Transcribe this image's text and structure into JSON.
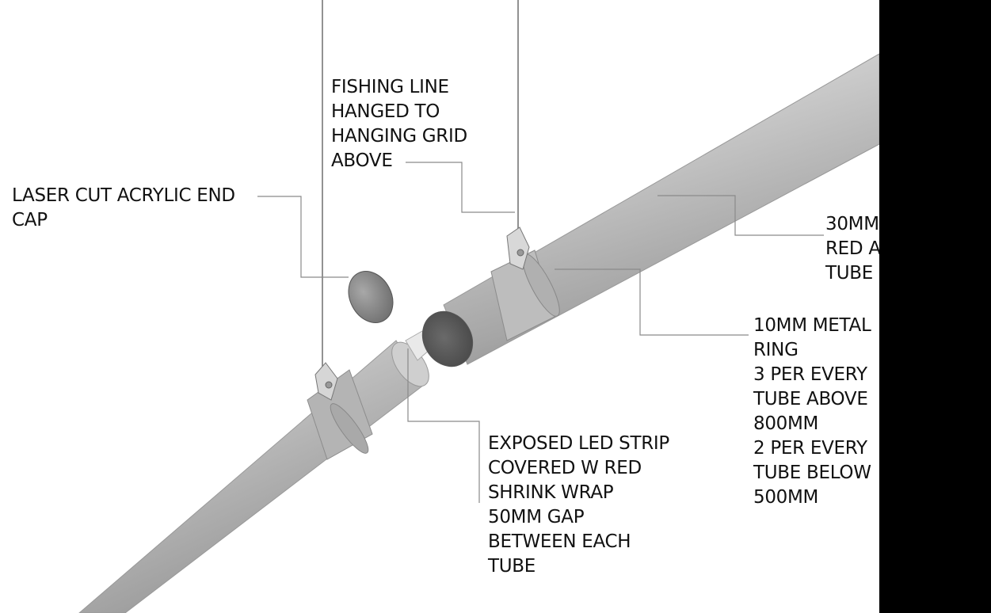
{
  "colors": {
    "background": "#ffffff",
    "frame": "#000000",
    "leader_line": "#8a8a8a",
    "tube_mid": "#b8b8b8",
    "tube_highlight": "#e6e6e6",
    "tube_shadow": "#8e8e8e",
    "end_cap": "#8a8a8a"
  },
  "annotations": {
    "fishing_line": [
      "FISHING LINE",
      "HANGED TO",
      "HANGING GRID",
      "ABOVE"
    ],
    "end_cap": [
      "LASER CUT ACRYLIC END",
      "CAP"
    ],
    "tube": [
      "30MM",
      "RED A",
      "TUBE"
    ],
    "metal_ring": [
      "10MM METAL",
      "RING",
      "3 PER EVERY",
      "TUBE ABOVE",
      "800MM",
      "2 PER EVERY",
      "TUBE BELOW",
      "500MM"
    ],
    "led_strip": [
      "EXPOSED LED STRIP",
      "COVERED W RED",
      "SHRINK WRAP",
      "50MM GAP",
      "BETWEEN EACH",
      "TUBE"
    ]
  }
}
